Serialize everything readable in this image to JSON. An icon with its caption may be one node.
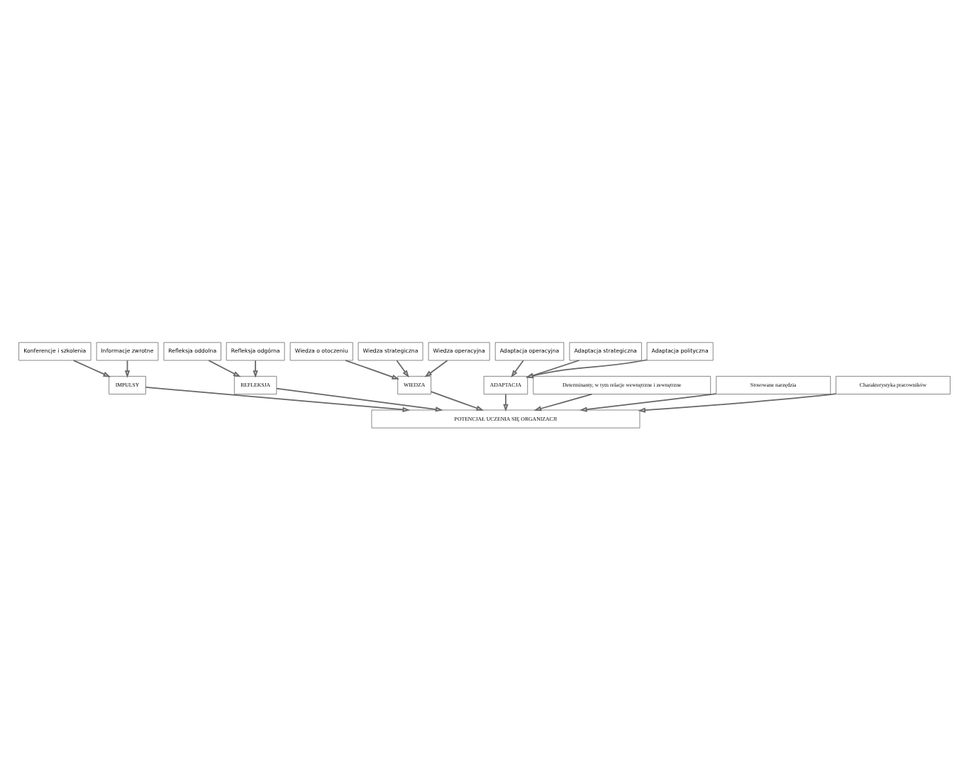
{
  "diagram": {
    "nodes": [
      {
        "text": [
          "Konferencje i szkolenia"
        ]
      },
      {
        "text": [
          "Informacje zwrotne"
        ]
      },
      {
        "text": [
          "Refleksja oddolna"
        ]
      },
      {
        "text": [
          "Refleksja odgórna"
        ]
      },
      {
        "text": [
          "Wiedza o otoczeniu"
        ]
      },
      {
        "text": [
          "Wiedza strategiczna"
        ]
      },
      {
        "text": [
          "Wiedza operacyjna"
        ]
      },
      {
        "text": [
          "Adaptacja operacyjna"
        ]
      },
      {
        "text": [
          "Adaptacja strategiczna"
        ]
      },
      {
        "text": [
          "Adaptacja polityczna"
        ]
      },
      {
        "text": [
          "IMPULSY"
        ]
      },
      {
        "text": [
          "REFLEKSJA"
        ]
      },
      {
        "text": [
          "WIEDZA"
        ]
      },
      {
        "text": [
          "ADAPTACJA"
        ]
      },
      {
        "text": [
          "POTENCJAŁ UCZENIA SIĘ ORGANIZACJI"
        ]
      },
      {
        "text": [
          "Determinanty, w tym relacje wewnętrzne i zewnętrzne"
        ]
      },
      {
        "text": [
          "Stosowane narzędzia"
        ]
      },
      {
        "text": [
          "Charakterystyka pracowników"
        ]
      }
    ],
    "edges": [
      {
        "from": 0,
        "to": 10,
        "arrow": "to"
      },
      {
        "from": 1,
        "to": 10,
        "arrow": "to"
      },
      {
        "from": 2,
        "to": 11,
        "arrow": "to"
      },
      {
        "from": 3,
        "to": 11,
        "arrow": "to"
      },
      {
        "from": 4,
        "to": 12,
        "arrow": "to"
      },
      {
        "from": 5,
        "to": 12,
        "arrow": "to"
      },
      {
        "from": 6,
        "to": 12,
        "arrow": "to"
      },
      {
        "from": 7,
        "to": 13,
        "arrow": "to"
      },
      {
        "from": 8,
        "to": 13,
        "arrow": "to"
      },
      {
        "from": 9,
        "to": 13,
        "arrow": "to"
      },
      {
        "from": 10,
        "to": 14,
        "arrow": "to"
      },
      {
        "from": 11,
        "to": 14,
        "arrow": "to"
      },
      {
        "from": 12,
        "to": 14,
        "arrow": "to"
      },
      {
        "from": 13,
        "to": 14,
        "arrow": "to"
      },
      {
        "from": 15,
        "to": 14,
        "arrow": "to"
      },
      {
        "from": 16,
        "to": 14,
        "arrow": "to"
      },
      {
        "from": 17,
        "to": 14,
        "arrow": "to"
      }
    ]
  }
}
